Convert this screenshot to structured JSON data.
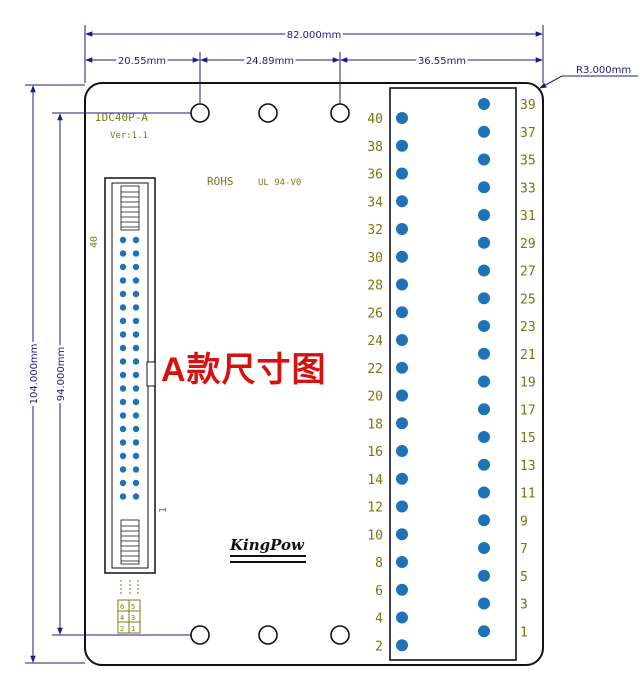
{
  "dimensions": {
    "total_width": "82.000mm",
    "left_segment": "20.55mm",
    "middle_segment": "24.89mm",
    "right_segment": "36.55mm",
    "corner_radius": "R3.000mm",
    "total_height": "104.000mm",
    "hole_spacing": "94.000mm"
  },
  "board": {
    "model": "IDC40P-A",
    "version": "Ver:1.1",
    "rohs": "ROHS",
    "ul": "UL 94-V0",
    "brand": "KingPow",
    "connector_pin_40": "40",
    "connector_pin_1": "1",
    "small_header_labels": [
      "6",
      "5",
      "4",
      "3",
      "2",
      "1"
    ]
  },
  "title": "A款尺寸图",
  "terminal": {
    "even_labels": [
      "40",
      "38",
      "36",
      "34",
      "32",
      "30",
      "28",
      "26",
      "24",
      "22",
      "20",
      "18",
      "16",
      "14",
      "12",
      "10",
      "8",
      "6",
      "4",
      "2"
    ],
    "odd_labels": [
      "39",
      "37",
      "35",
      "33",
      "31",
      "29",
      "27",
      "25",
      "23",
      "21",
      "19",
      "17",
      "15",
      "13",
      "11",
      "9",
      "7",
      "5",
      "3",
      "1"
    ]
  },
  "colors": {
    "dimension_line": "#1b1b86",
    "silkscreen": "#7f7a16",
    "pad": "#1e73b8",
    "title": "#d71010"
  }
}
